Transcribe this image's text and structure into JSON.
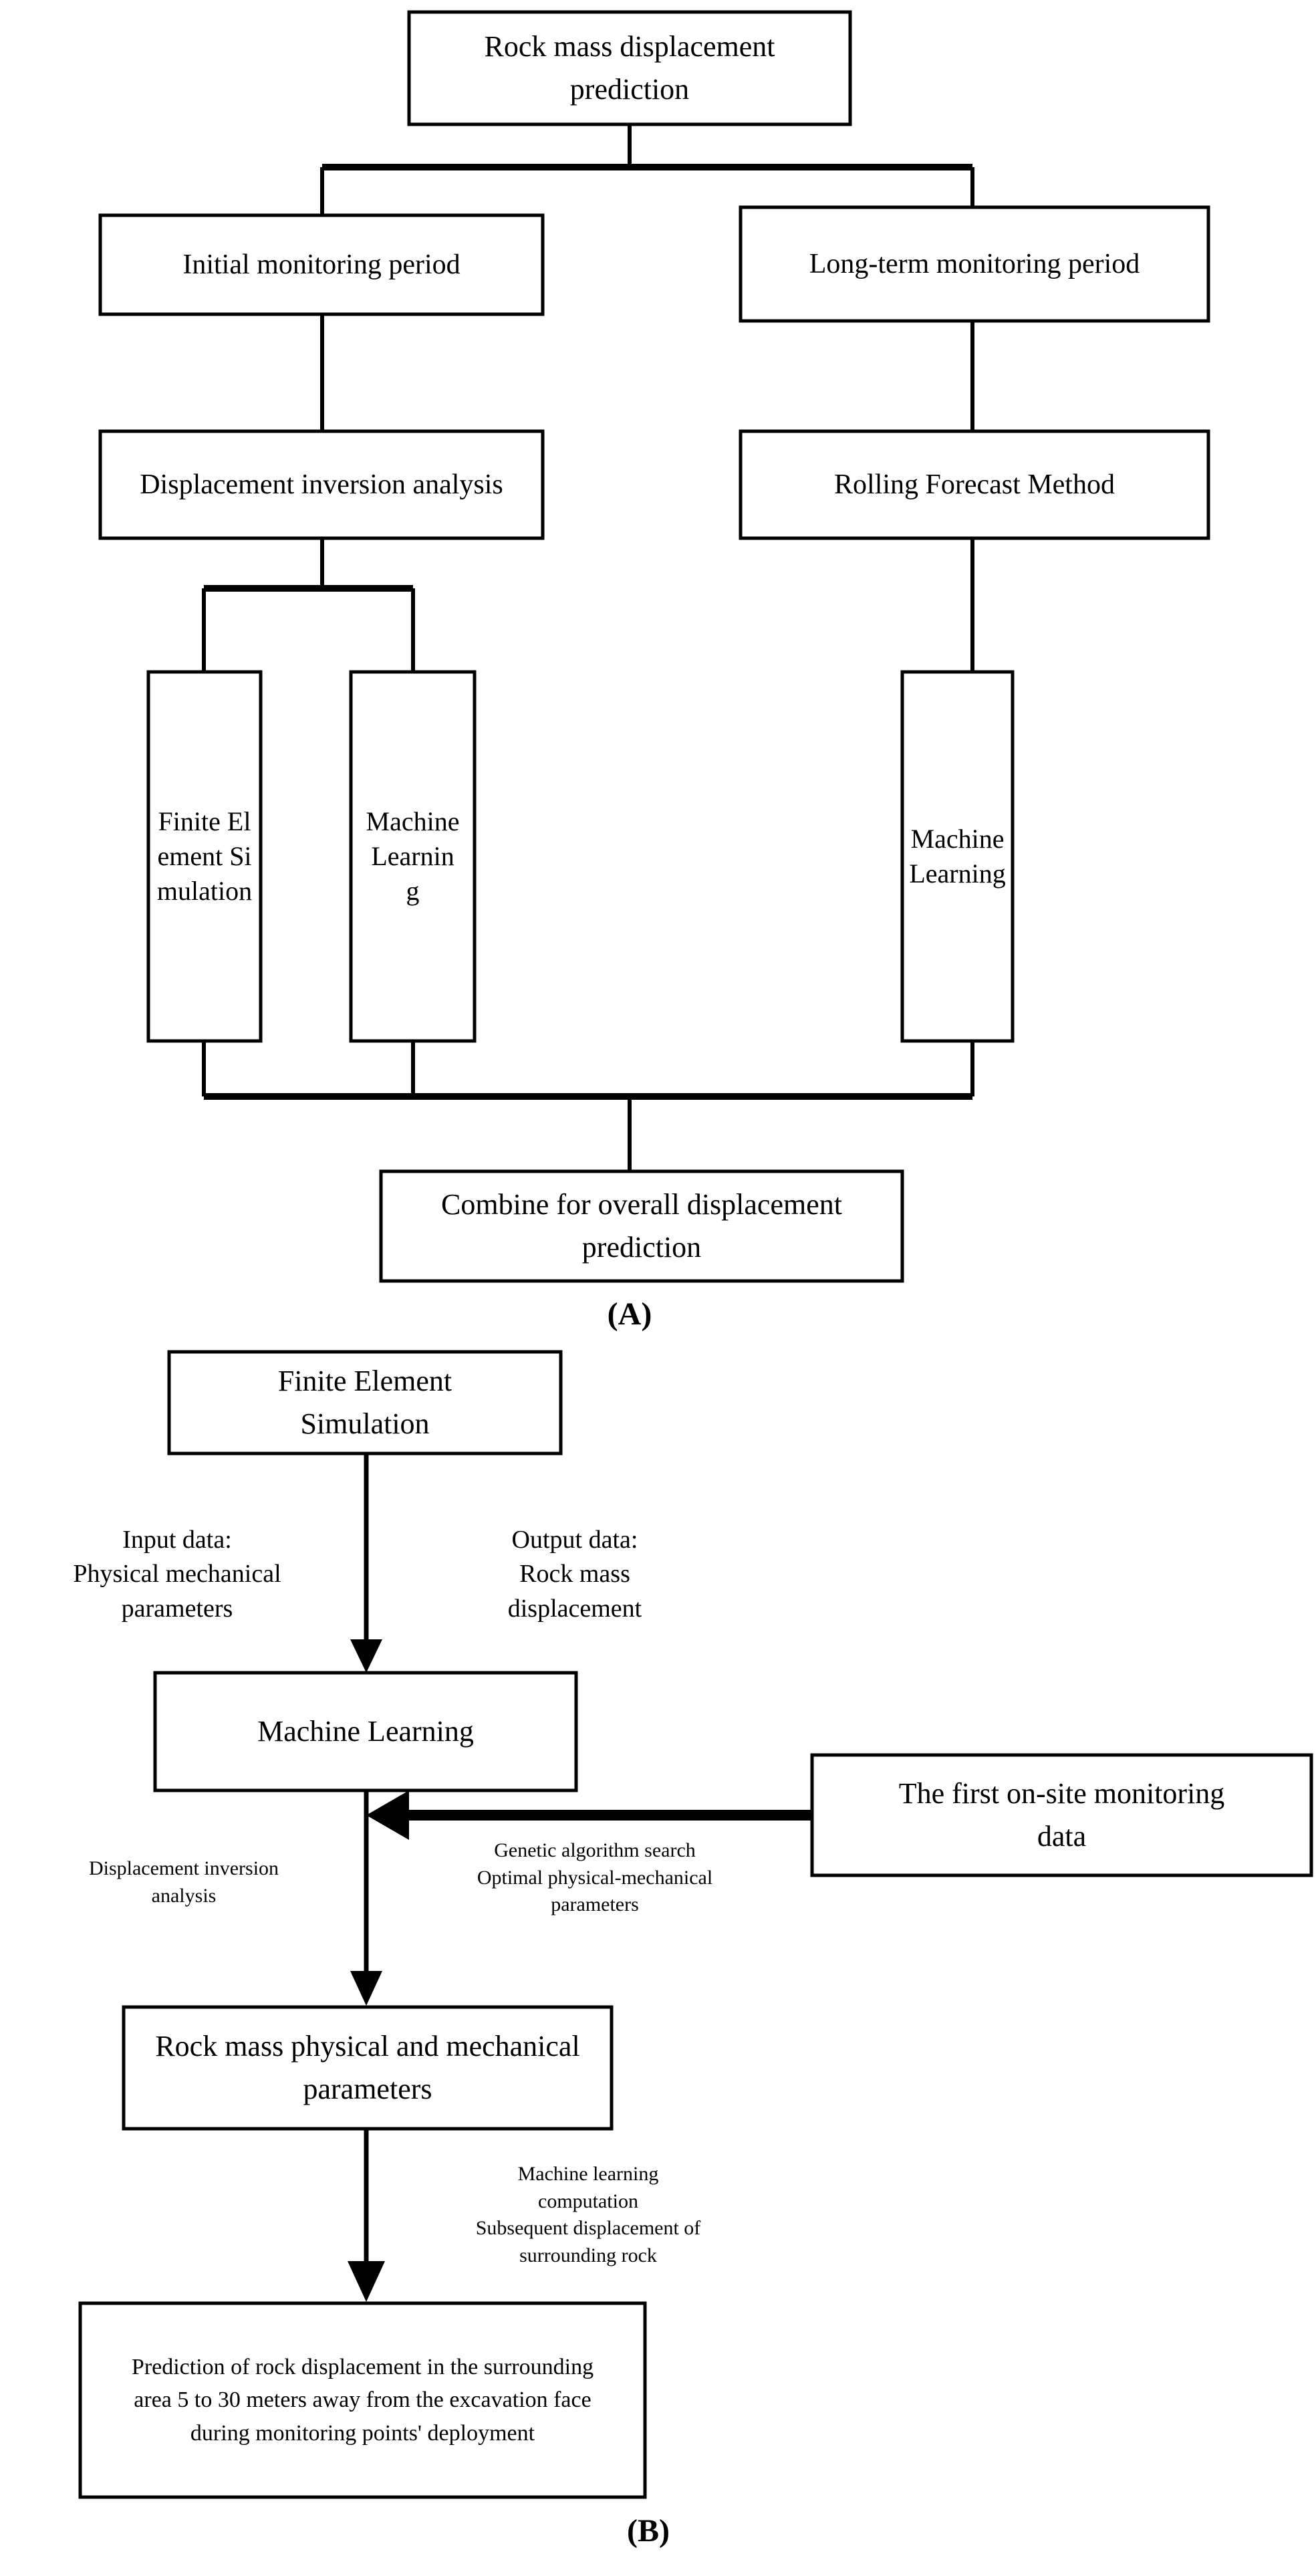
{
  "figure": {
    "panel_a_label": "(A)",
    "panel_b_label": "(B)"
  },
  "panel_a": {
    "nodes": {
      "root": "Rock mass displacement prediction",
      "initial_period": "Initial monitoring period",
      "longterm_period": "Long-term monitoring period",
      "displacement_inversion": "Displacement inversion analysis",
      "rolling_forecast": "Rolling Forecast Method",
      "finite_element": "Finite Element Simulation",
      "machine_learning_left": "Machine Learning",
      "machine_learning_right": "Machine Learning",
      "combine": "Combine for overall displacement prediction"
    }
  },
  "panel_b": {
    "nodes": {
      "finite_element": "Finite Element Simulation",
      "machine_learning": "Machine Learning",
      "onsite_data": "The first on-site monitoring data",
      "rock_parameters": "Rock mass physical and mechanical parameters",
      "prediction": "Prediction of rock displacement in the surrounding area 5 to 30 meters away from the excavation face during monitoring points' deployment"
    },
    "edge_labels": {
      "input_data_line1": "Input data:",
      "input_data_line2": "Physical mechanical",
      "input_data_line3": "parameters",
      "output_data_line1": "Output data:",
      "output_data_line2": "Rock mass",
      "output_data_line3": "displacement",
      "displacement_inversion_line1": "Displacement inversion",
      "displacement_inversion_line2": "analysis",
      "genetic_line1": "Genetic algorithm search",
      "genetic_line2": "Optimal physical-mechanical",
      "genetic_line3": "parameters",
      "ml_computation_line1": "Machine learning",
      "ml_computation_line2": "computation",
      "ml_computation_line3": "Subsequent displacement of",
      "ml_computation_line4": "surrounding rock"
    }
  },
  "colors": {
    "background": "#ffffff",
    "stroke": "#000000",
    "text": "#000000"
  }
}
